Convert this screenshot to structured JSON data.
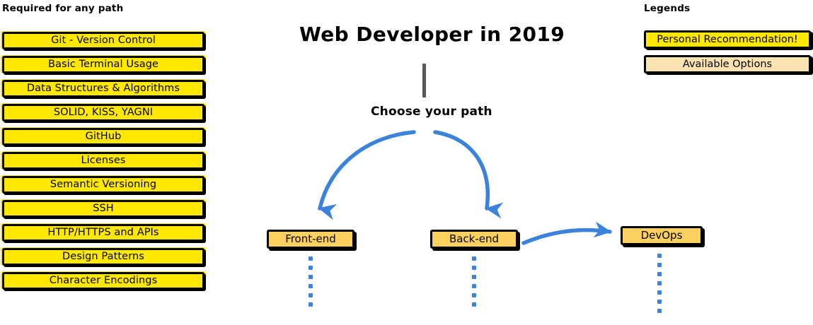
{
  "page": {
    "title": "Web Developer in 2019",
    "background_color": "#ffffff"
  },
  "colors": {
    "recommendation_yellow": "#ffe800",
    "available_options_tan": "#fae3b0",
    "path_box_gold": "#fbd05f",
    "arrow_blue": "#3b82dc",
    "stem_gray": "#595959",
    "outline_black": "#000000"
  },
  "required_section": {
    "heading": "Required for any path",
    "items": [
      {
        "label": "Git - Version Control"
      },
      {
        "label": "Basic Terminal Usage"
      },
      {
        "label": "Data Structures & Algorithms"
      },
      {
        "label": "SOLID, KISS, YAGNI"
      },
      {
        "label": "GitHub"
      },
      {
        "label": "Licenses"
      },
      {
        "label": "Semantic Versioning"
      },
      {
        "label": "SSH"
      },
      {
        "label": "HTTP/HTTPS and APIs"
      },
      {
        "label": "Design Patterns"
      },
      {
        "label": "Character Encodings"
      }
    ]
  },
  "center_section": {
    "title": "Web Developer in 2019",
    "choose_label": "Choose your path",
    "paths": [
      {
        "label": "Front-end",
        "dots": 6
      },
      {
        "label": "Back-end",
        "dots": 6
      },
      {
        "label": "DevOps",
        "dots": 7
      }
    ]
  },
  "legends_section": {
    "heading": "Legends",
    "items": [
      {
        "label": "Personal Recommendation!",
        "color": "#ffe800"
      },
      {
        "label": "Available Options",
        "color": "#fae3b0"
      }
    ]
  }
}
